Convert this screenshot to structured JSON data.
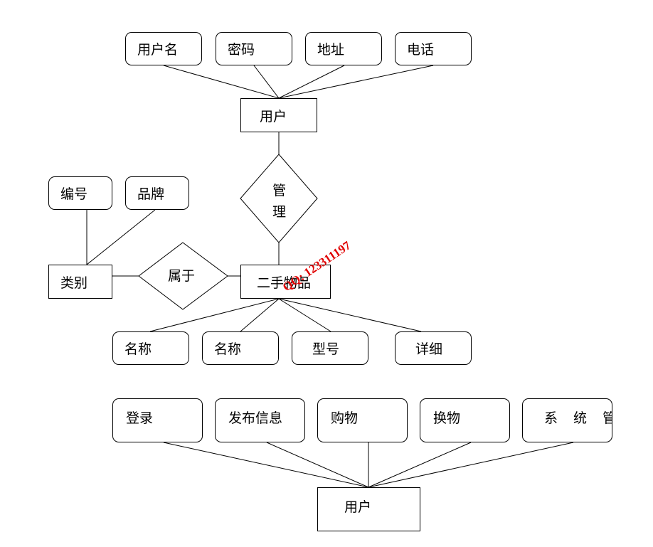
{
  "diagram": {
    "user_entity": {
      "label": "用户",
      "attributes": [
        "用户名",
        "密码",
        "地址",
        "电话"
      ]
    },
    "manage_relation": {
      "chars": [
        "管",
        "理"
      ]
    },
    "item_entity": {
      "label": "二手物品",
      "attributes": [
        "名称",
        "名称",
        "型号",
        "详细"
      ]
    },
    "category_entity": {
      "label": "类别",
      "attributes": [
        "编号",
        "品牌"
      ]
    },
    "belongs_relation": {
      "label": "属于"
    },
    "functions": {
      "user_label": "用户",
      "items": [
        "登录",
        "发布信息",
        "购物",
        "换物",
        "系 统 管 理"
      ]
    },
    "watermark": "QQ: 123311197"
  },
  "colors": {
    "line": "#000000",
    "watermark": "#e00000"
  }
}
